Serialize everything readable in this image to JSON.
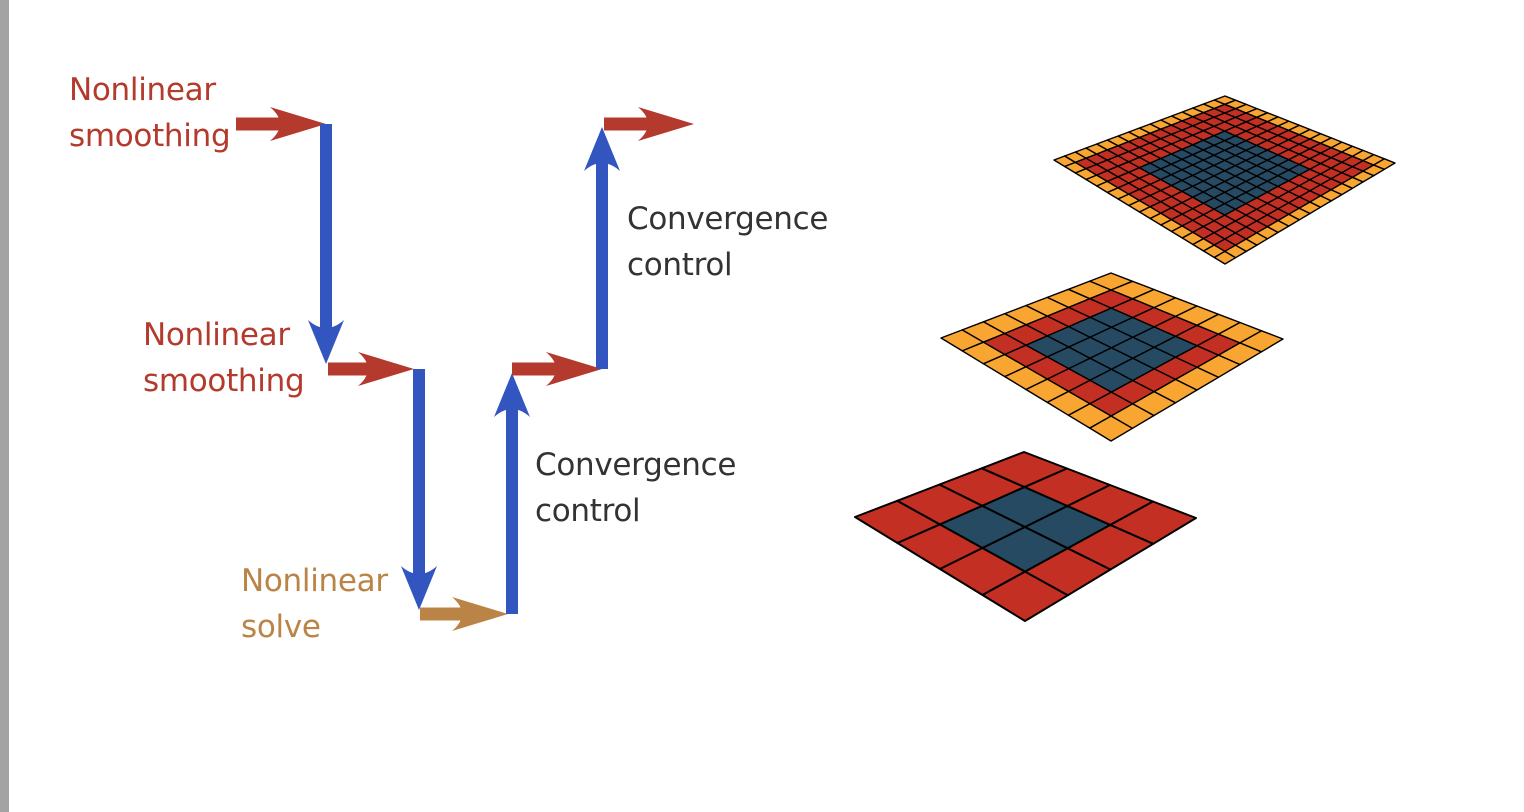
{
  "labels": {
    "smoothing_top": [
      "Nonlinear",
      "smoothing"
    ],
    "smoothing_mid": [
      "Nonlinear",
      "smoothing"
    ],
    "solve": [
      "Nonlinear",
      "solve"
    ],
    "convergence_upper": [
      "Convergence",
      "control"
    ],
    "convergence_lower": [
      "Convergence",
      "control"
    ]
  },
  "colors": {
    "smoothing": "#b33a2c",
    "solve": "#bb8447",
    "arrow_blue": "#3355c0",
    "convergence_text": "#333333",
    "grid_orange": "#f8a532",
    "grid_red": "#c33023",
    "grid_blue": "#264a62",
    "grid_line": "#000000"
  },
  "grids": [
    {
      "name": "fine-grid",
      "size": 16,
      "blue_inner": [
        4,
        11
      ],
      "red_ring": 3
    },
    {
      "name": "medium-grid",
      "size": 8,
      "blue_inner": [
        2,
        5
      ],
      "red_ring": 1
    },
    {
      "name": "coarse-grid",
      "size": 4,
      "blue_inner": [
        1,
        2
      ],
      "red_ring": 0
    }
  ]
}
